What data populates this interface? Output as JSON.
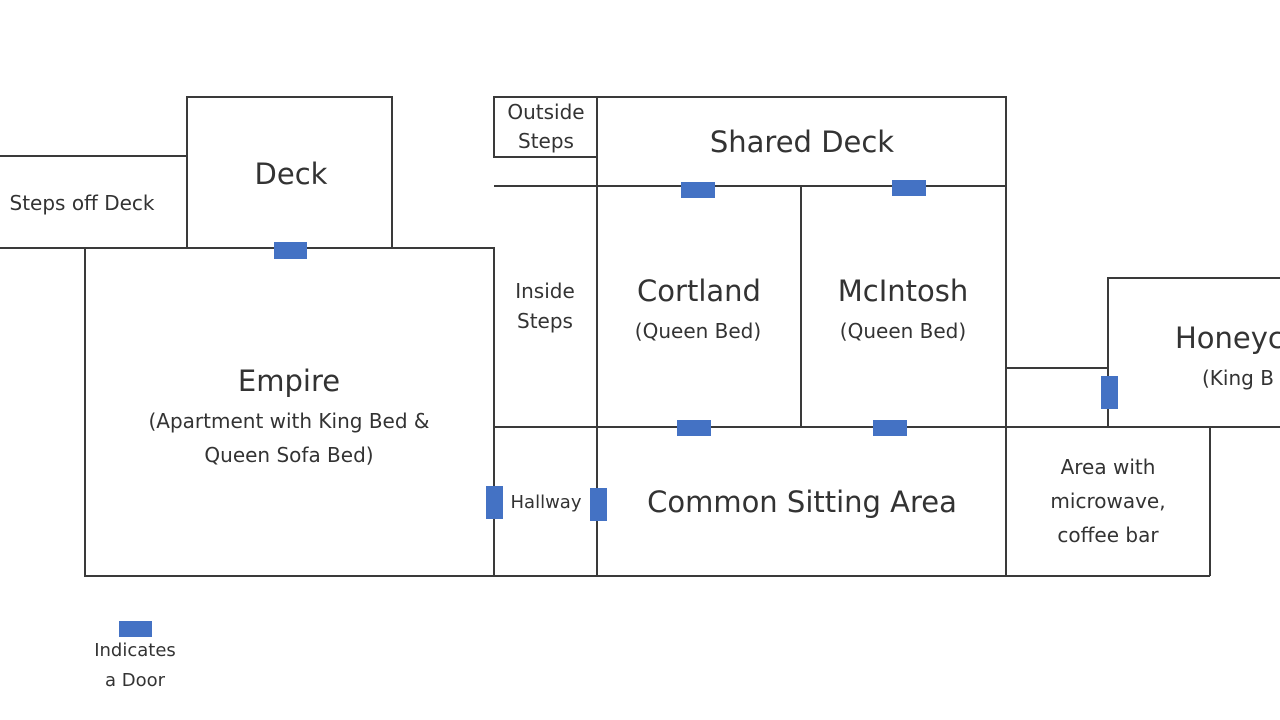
{
  "colors": {
    "door": "#4472c4",
    "wall": "#3a3a3a",
    "text": "#333333",
    "background": "#ffffff"
  },
  "rooms": {
    "steps_off_deck": "Steps off Deck",
    "deck": "Deck",
    "outside_steps": [
      "Outside",
      "Steps"
    ],
    "shared_deck": "Shared Deck",
    "inside_steps": [
      "Inside",
      "Steps"
    ],
    "cortland": {
      "name": "Cortland",
      "bed": "(Queen Bed)"
    },
    "mcintosh": {
      "name": "McIntosh",
      "bed": "(Queen Bed)"
    },
    "honeycrisp": {
      "name": "Honeyc",
      "bed": "(King B"
    },
    "empire": {
      "name": "Empire",
      "desc": [
        "(Apartment with King Bed &",
        "Queen Sofa Bed)"
      ]
    },
    "hallway": "Hallway",
    "common_sitting_area": "Common Sitting Area",
    "kitchenette": [
      "Area with",
      "microwave,",
      "coffee bar"
    ]
  },
  "legend": {
    "label": [
      "Indicates",
      "a Door"
    ]
  }
}
